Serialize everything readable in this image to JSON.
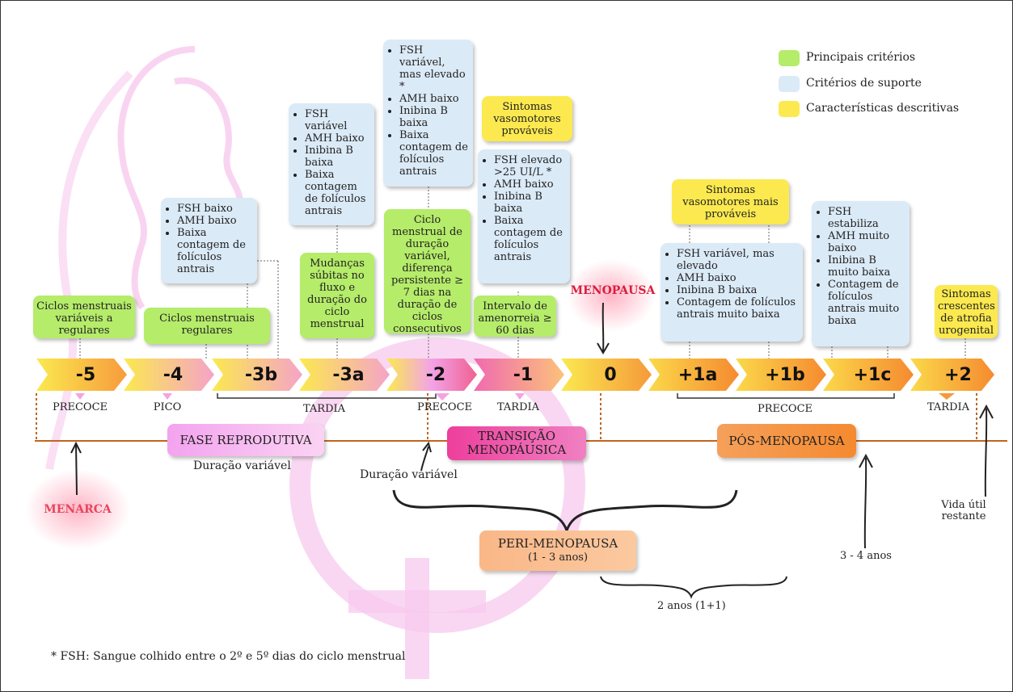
{
  "legend": [
    {
      "label": "Principais critérios",
      "color": "#b5ec6a"
    },
    {
      "label": "Critérios de suporte",
      "color": "#dbeaf7"
    },
    {
      "label": "Características descritivas",
      "color": "#fbe94f"
    }
  ],
  "stages": [
    "-5",
    "-4",
    "-3b",
    "-3a",
    "-2",
    "-1",
    "0",
    "+1a",
    "+1b",
    "+1c",
    "+2"
  ],
  "sublabels": {
    "precoce_a": "PRECOCE",
    "pico": "PICO",
    "tardia_a": "TARDIA",
    "precoce_b": "PRECOCE",
    "tardia_b": "TARDIA",
    "precoce_c": "PRECOCE",
    "tardia_c": "TARDIA"
  },
  "criteria": {
    "s5": "Ciclos menstruais variáveis a regulares",
    "s4": "Ciclos menstruais regulares",
    "s3a": "Mudanças súbitas no fluxo e duração do ciclo menstrual",
    "s2": "Ciclo menstrual de duração variável, diferença persistente ≥ 7 dias na duração de ciclos consecutivos",
    "s1": "Intervalo de amenorreia ≥ 60 dias"
  },
  "support": {
    "s3b": [
      "FSH baixo",
      "AMH baixo",
      "Baixa contagem de folículos antrais"
    ],
    "s3a": [
      "FSH variável",
      "AMH baixo",
      "Inibina B baixa",
      "Baixa contagem de folículos antrais"
    ],
    "s2": [
      "FSH variável, mas elevado *",
      "AMH baixo",
      "Inibina B baixa",
      "Baixa contagem de folículos antrais"
    ],
    "s1": [
      "FSH elevado >25 UI/L *",
      "AMH baixo",
      "Inibina B baixa",
      "Baixa contagem de folículos antrais"
    ],
    "s1ab": [
      "FSH variável, mas elevado",
      "AMH baixo",
      "Inibina B baixa",
      "Contagem de folículos antrais muito baixa"
    ],
    "s1c": [
      "FSH estabiliza",
      "AMH muito baixo",
      "Inibina B muito baixa",
      "Contagem de folículos antrais muito baixa"
    ]
  },
  "descriptive": {
    "s1": "Sintomas vasomotores prováveis",
    "s1ab": "Sintomas vasomotores mais prováveis",
    "s2": "Sintomas crescentes de atrofia urogenital"
  },
  "events": {
    "menopausa": "MENOPAUSA",
    "menarca": "MENARCA"
  },
  "phases": {
    "reprodutiva": "FASE REPRODUTIVA",
    "transicao": "TRANSIÇÃO MENOPÁUSICA",
    "pos": "PÓS-MENOPAUSA",
    "peri": "PERI-MENOPAUSA",
    "peri_sub": "(1 - 3 anos)"
  },
  "notes": {
    "duracao1": "Duração variável",
    "duracao2": "Duração variável",
    "dois_anos": "2 anos (1+1)",
    "tres_quatro": "3 - 4 anos",
    "vida_util": "Vida útil restante",
    "footnote": "* FSH: Sangue colhido entre o 2º e 5º dias do ciclo menstrual"
  }
}
